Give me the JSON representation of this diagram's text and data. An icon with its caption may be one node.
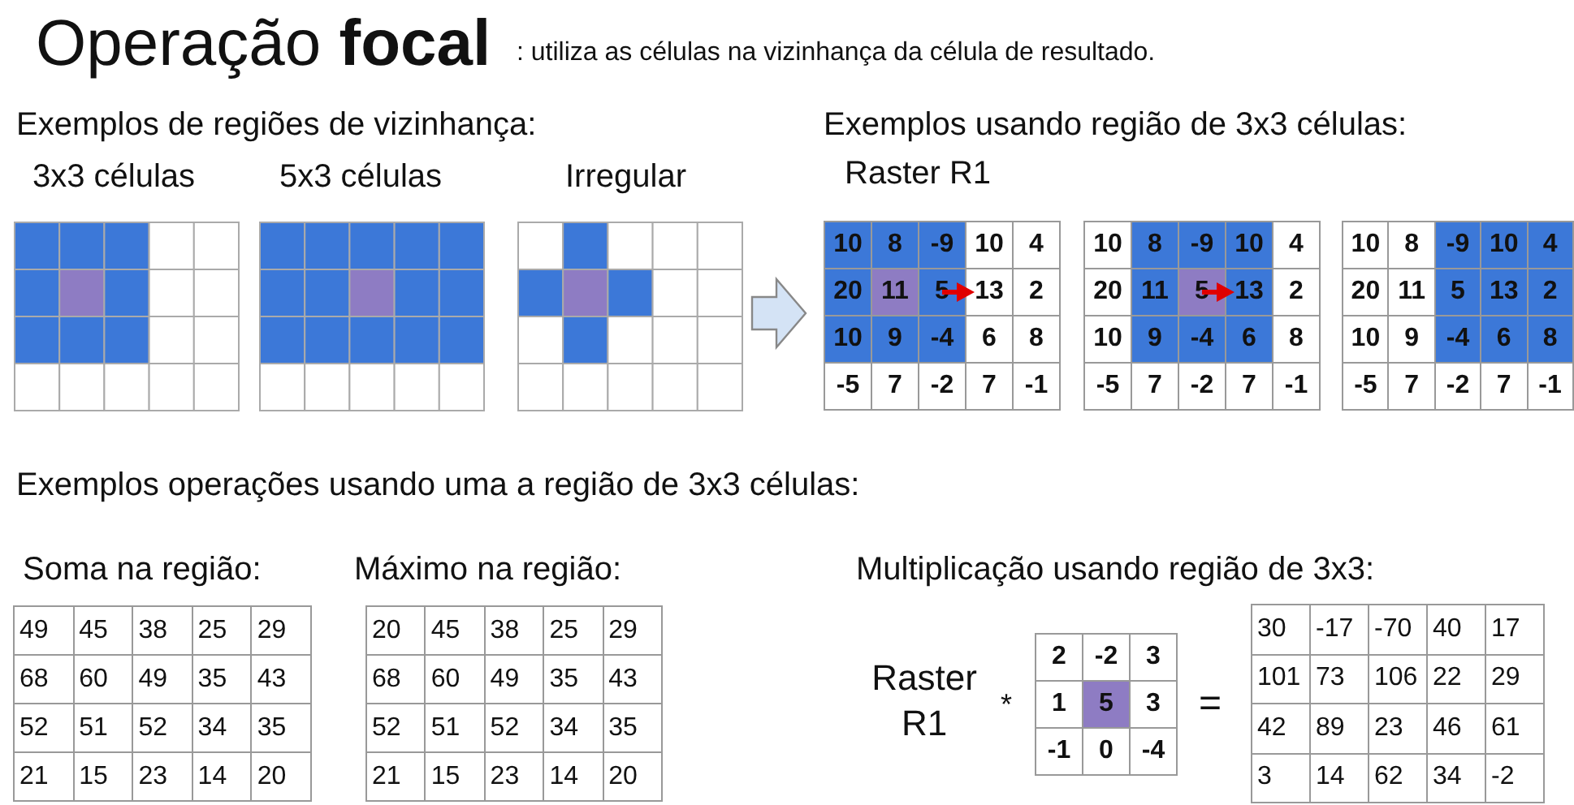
{
  "diagram": {
    "title": "Operação **focal**",
    "labels": [
      ": utiliza as células na vizinhança da célula de resultado.",
      "Exemplos de regiões de vizinhança:",
      "3x3 células",
      "5x3 células",
      "Irregular",
      "Exemplos usando região de 3x3 células:",
      "Raster R1",
      "10",
      "8",
      "-9",
      "10",
      "4",
      "20",
      "11",
      "5",
      "13",
      "2",
      "10",
      "9",
      "-4",
      "6",
      "8",
      "-5",
      "7",
      "-2",
      "7",
      "-1",
      "10",
      "8",
      "-9",
      "10",
      "4",
      "20",
      "11",
      "5",
      "13",
      "2",
      "10",
      "9",
      "-4",
      "6",
      "8",
      "-5",
      "7",
      "-2",
      "7",
      "-1",
      "10",
      "8",
      "-9",
      "10",
      "4",
      "20",
      "11",
      "5",
      "13",
      "2",
      "10",
      "9",
      "-4",
      "6",
      "8",
      "-5",
      "7",
      "-2",
      "7",
      "-1",
      "Exemplos operações usando uma a região de 3x3 células:",
      "Soma na região:",
      "Máximo na região:",
      "Multiplicação usando região de 3x3:",
      "49",
      "45",
      "38",
      "25",
      "29",
      "68",
      "60",
      "49",
      "35",
      "43",
      "52",
      "51",
      "52",
      "34",
      "35",
      "21",
      "15",
      "23",
      "14",
      "20",
      "20",
      "45",
      "38",
      "25",
      "29",
      "68",
      "60",
      "49",
      "35",
      "43",
      "52",
      "51",
      "52",
      "34",
      "35",
      "21",
      "15",
      "23",
      "14",
      "20",
      "Raster R1",
      "*",
      "2",
      "-2",
      "3",
      "1",
      "5",
      "3",
      "-1",
      "0",
      "-4",
      "=",
      "30",
      "-17",
      "-70",
      "40",
      "17",
      "101",
      "73",
      "106",
      "22",
      "29",
      "42",
      "89",
      "23",
      "46",
      "61",
      "3",
      "14",
      "62",
      "34",
      "-2"
    ]
  }
}
